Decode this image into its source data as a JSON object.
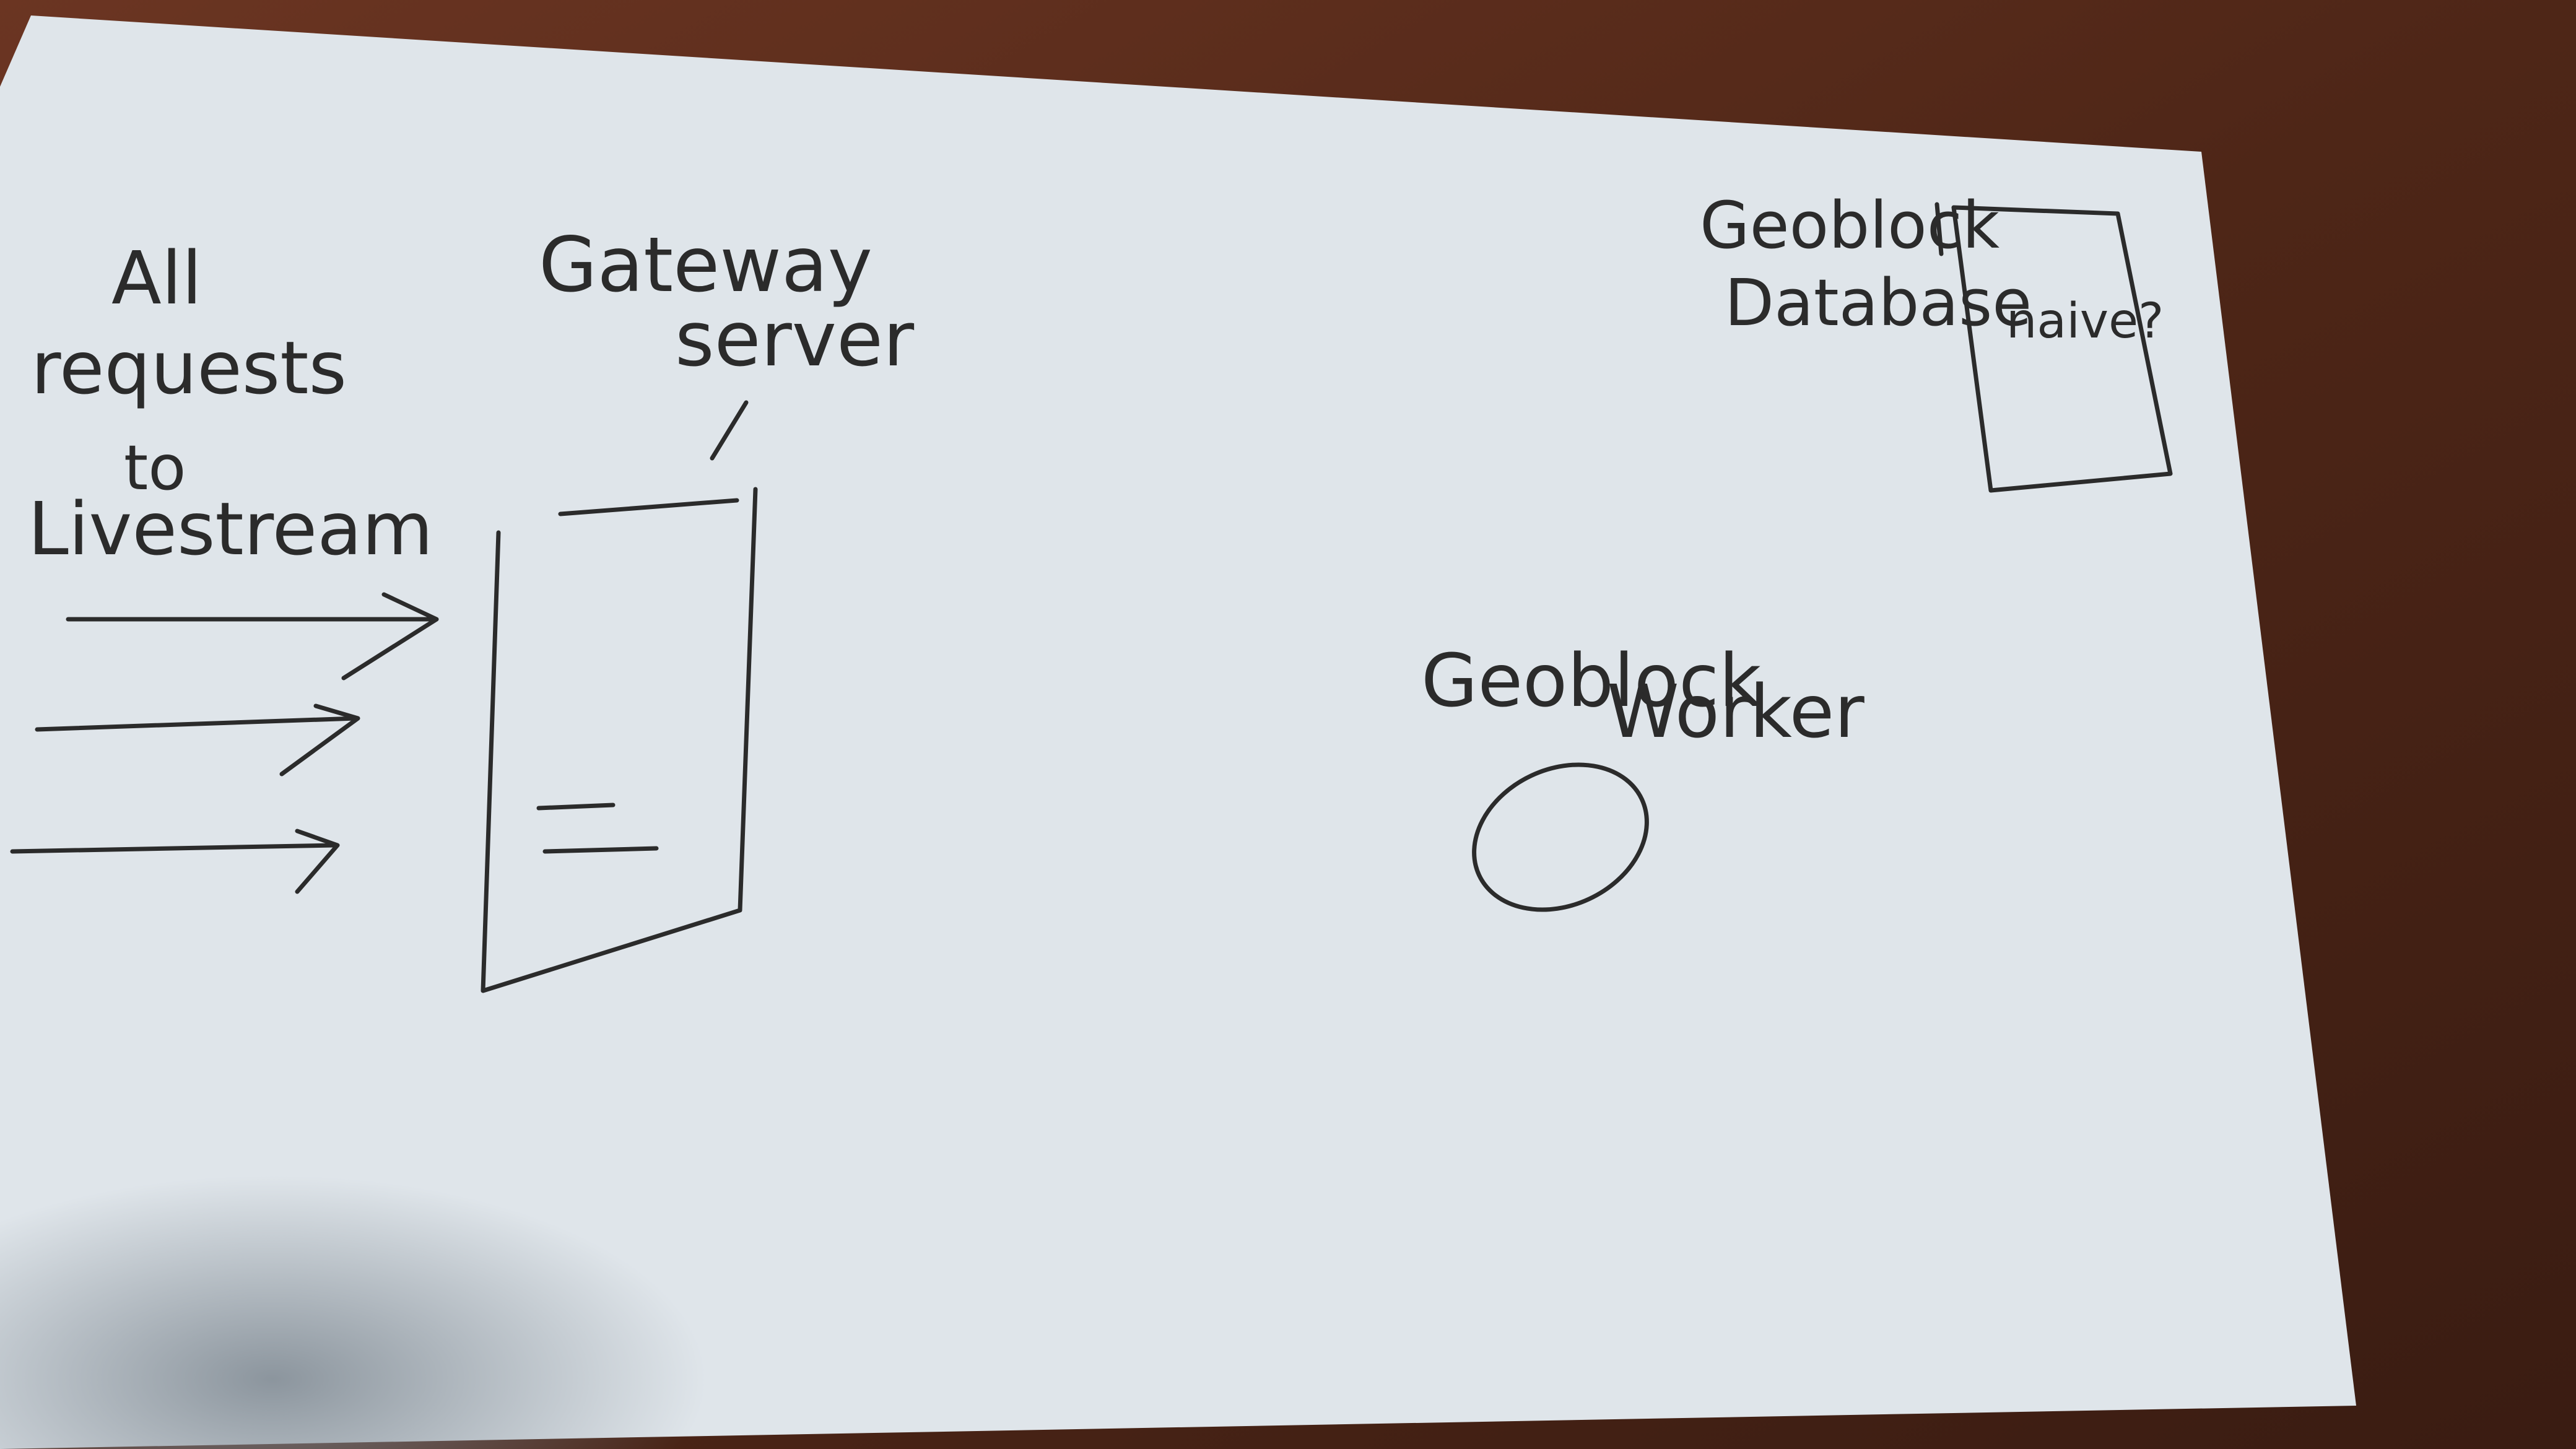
{
  "colors": {
    "table_wood": "#5a2e1f",
    "table_wood_dark": "#3a1c12",
    "card": "#dfe5ea",
    "card_shadow": "#9aa3ab",
    "ink": "#2b2b2b"
  },
  "labels": {
    "requests": [
      "All",
      "requests",
      "to",
      "Livestream"
    ],
    "gateway": [
      "Gateway",
      "server"
    ],
    "database": [
      "Geoblock",
      "Database"
    ],
    "database_note": "naive?",
    "worker": [
      "Geoblock",
      "Worker"
    ]
  },
  "icons": {
    "arrow": "right-arrow-icon",
    "server": "server-box-icon",
    "database": "database-box-icon",
    "worker": "worker-circle-icon"
  }
}
